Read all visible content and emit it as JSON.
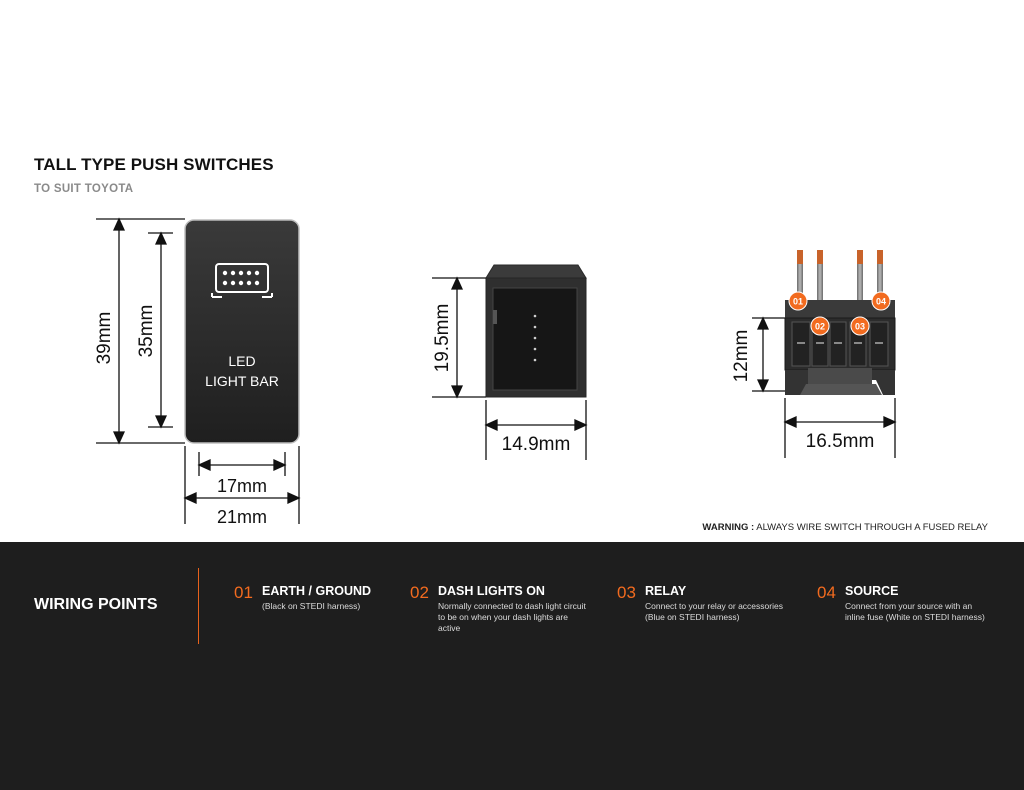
{
  "header": {
    "title": "TALL TYPE PUSH SWITCHES",
    "subtitle": "TO SUIT TOYOTA"
  },
  "front_view": {
    "switch_label_line1": "LED",
    "switch_label_line2": "LIGHT BAR",
    "icon": "light-bar-icon",
    "height_outer": "39mm",
    "height_inner": "35mm",
    "width_inner": "17mm",
    "width_outer": "21mm"
  },
  "side_view": {
    "height": "19.5mm",
    "width": "14.9mm"
  },
  "rear_view": {
    "height": "12mm",
    "width": "16.5mm",
    "pin_labels": [
      "01",
      "02",
      "03",
      "04"
    ]
  },
  "warning": {
    "label": "WARNING :",
    "text": "ALWAYS WIRE SWITCH THROUGH A FUSED RELAY"
  },
  "wiring": {
    "title": "WIRING POINTS",
    "points": [
      {
        "number": "01",
        "label": "EARTH / GROUND",
        "description": "(Black on STEDI harness)"
      },
      {
        "number": "02",
        "label": "DASH LIGHTS ON",
        "description": "Normally connected to dash light circuit to be on when your dash lights are active"
      },
      {
        "number": "03",
        "label": "RELAY",
        "description": "Connect to your relay or accessories (Blue on STEDI harness)"
      },
      {
        "number": "04",
        "label": "SOURCE",
        "description": "Connect from your source with an inline fuse (White on STEDI harness)"
      }
    ]
  },
  "colors": {
    "accent": "#f26b1f",
    "footer_bg": "#1e1e1e",
    "switch_face": "#2b2b2b"
  }
}
